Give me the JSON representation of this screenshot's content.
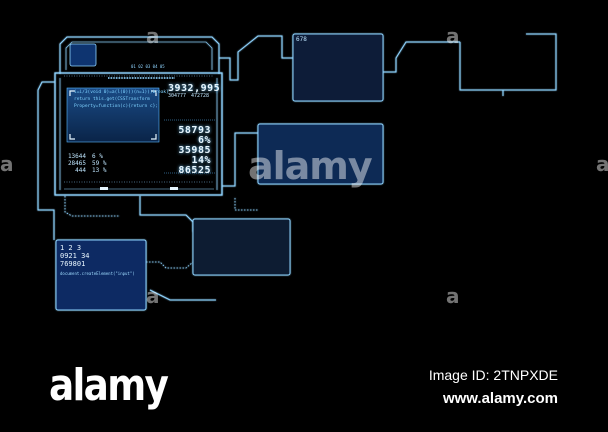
{
  "hud": {
    "header_code": "01 02 03 04 05",
    "corner_label": "678",
    "big_reading": "3932,995",
    "sub_reading_a": "304777",
    "sub_reading_b": "472728",
    "code_lines": [
      "i=i/3(void 0)=a(l(0)))(n=1)))break}",
      "return this.get(CSSTransform",
      "Property=function(c){return c};"
    ],
    "stats": [
      "58793",
      "6%",
      "35985",
      "14%",
      "86525"
    ],
    "small_table": [
      [
        "13644",
        "6 %"
      ],
      [
        "28465",
        "59 %"
      ],
      [
        "444",
        "13 %"
      ]
    ],
    "lower_panel_lines": [
      "1 2 3",
      "0921 34",
      "769801"
    ],
    "lower_panel_code": "document.createElement(\"input\")"
  },
  "watermark": {
    "center": "alamy",
    "logo": "alamy",
    "image_id": "Image ID: 2TNPXDE",
    "url": "www.alamy.com"
  },
  "colors": {
    "line": "#7fd2ff",
    "panel_fill": "#0b1e38",
    "panel_border": "#8fd4ff",
    "background": "#000000"
  }
}
